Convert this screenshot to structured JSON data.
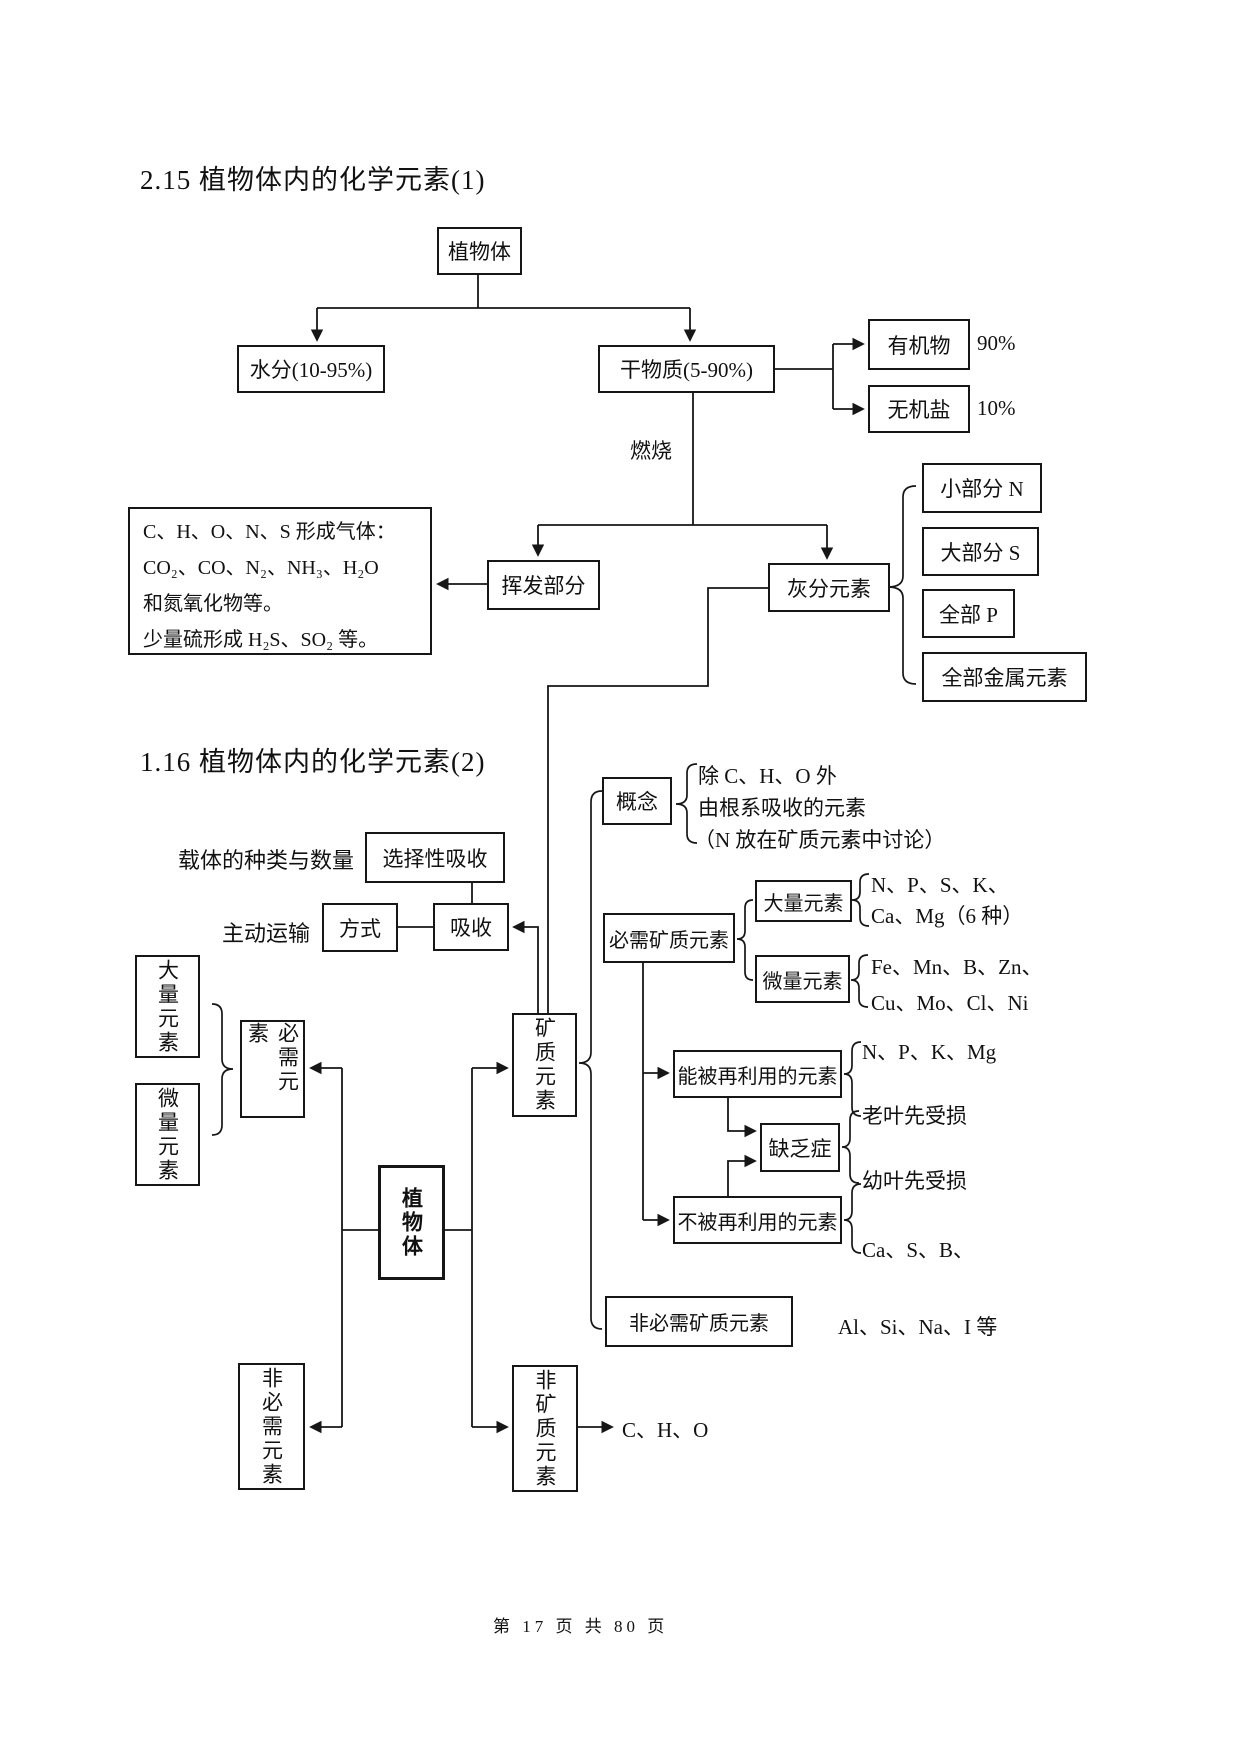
{
  "page": {
    "footer": "第 17 页 共 80 页"
  },
  "chart1": {
    "title": "2.15 植物体内的化学元素(1)",
    "plant_body": "植物体",
    "water": "水分(10-95%)",
    "dry_matter": "干物质(5-90%)",
    "organic": "有机物",
    "organic_pct": "90%",
    "inorganic_salt": "无机盐",
    "inorganic_pct": "10%",
    "burn_label": "燃烧",
    "volatile": "挥发部分",
    "ash": "灰分元素",
    "gas_lines": [
      "C、H、O、N、S 形成气体：",
      "CO₂、CO、N₂、NH₃、H₂O",
      "和氮氧化物等。",
      "少量硫形成 H₂S、SO₂ 等。"
    ],
    "ash_items": [
      "小部分 N",
      "大部分 S",
      "全部 P",
      "全部金属元素"
    ]
  },
  "chart2": {
    "title": "1.16 植物体内的化学元素(2)",
    "carrier_label": "载体的种类与数量",
    "selective_absorb": "选择性吸收",
    "active_transport": "主动运输",
    "mode": "方式",
    "absorb": "吸收",
    "concept": "概念",
    "concept_lines": [
      "除 C、H、O 外",
      "由根系吸收的元素",
      "（N 放在矿质元素中讨论）"
    ],
    "mineral": "矿质元素",
    "essential_mineral": "必需矿质元素",
    "macro": "大量元素",
    "macro_lines": [
      "N、P、S、K、",
      "Ca、Mg（6 种）"
    ],
    "micro": "微量元素",
    "micro_lines": [
      "Fe、Mn、B、Zn、",
      "Cu、Mo、Cl、Ni"
    ],
    "reusable": "能被再利用的元素",
    "reusable_els": "N、P、K、Mg",
    "old_leaf": "老叶先受损",
    "deficiency": "缺乏症",
    "young_leaf": "幼叶先受损",
    "non_reusable": "不被再利用的元素",
    "non_reusable_els": "Ca、S、B、",
    "non_essential_mineral": "非必需矿质元素",
    "non_essential_mineral_els": "Al、Si、Na、I 等",
    "macro_left": "大量元素",
    "micro_left": "微量元素",
    "essential": "必需元素",
    "plant_body": "植物体",
    "non_essential": "非必需元素",
    "non_mineral": "非矿质元素",
    "cho": "C、H、O"
  }
}
